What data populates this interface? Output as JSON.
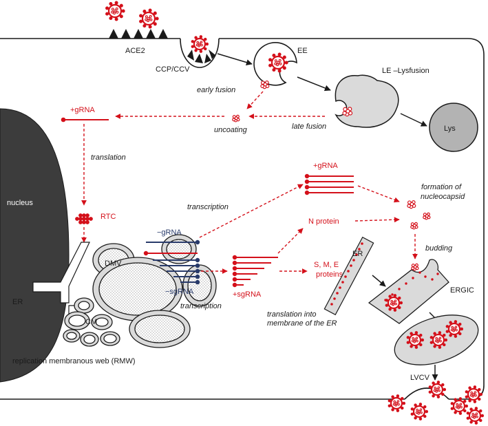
{
  "colors": {
    "red": "#d4101a",
    "navy": "#283a6a",
    "black": "#1a1a1a",
    "nucleus": "#3c3c3c",
    "grey": "#dadada",
    "lys": "#b3b3b3"
  },
  "labels": {
    "ace2": "ACE2",
    "ccp_ccv": "CCP/CCV",
    "ee": "EE",
    "early_fusion": "early fusion",
    "le_lysfusion": "LE –Lysfusion",
    "uncoating": "uncoating",
    "late_fusion": "late fusion",
    "lys": "Lys",
    "nucleus": "nucleus",
    "gRNA_top": "+gRNA",
    "translation": "translation",
    "rtc": "RTC",
    "transcription_top": "transcription",
    "gRNA_right": "+gRNA",
    "formation_line1": "formation of",
    "formation_line2": "nucleocapsid",
    "n_protein": "N protein",
    "minus_gRNA": "−gRNA",
    "minus_sgRNA": "−sgRNA",
    "plus_sgRNA": "+sgRNA",
    "transcription_bottom": "transcription",
    "sme_line1": "S, M, E",
    "sme_line2": "proteins",
    "translation_er_line1": "translation into",
    "translation_er_line2": "membrane of the ER",
    "dmv": "DMV",
    "cm": "CM",
    "er_left": "ER",
    "er_right": "ER",
    "budding": "budding",
    "ergic": "ERGIC",
    "lvcv": "LVCV",
    "rmw": "replication membranous web (RMW)"
  }
}
